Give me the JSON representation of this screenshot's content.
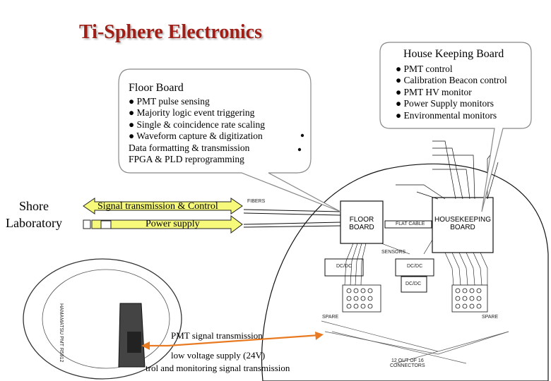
{
  "title": "Ti-Sphere Electronics",
  "house_keeping_board": {
    "heading": "House Keeping Board",
    "items": [
      "PMT control",
      "Calibration Beacon control",
      "PMT HV monitor",
      "Power Supply monitors",
      "Environmental monitors"
    ]
  },
  "floor_board": {
    "heading": "Floor Board",
    "items": [
      "PMT pulse sensing",
      "Majority logic event triggering",
      "Single & coincidence rate scaling",
      "Waveform capture & digitization"
    ],
    "extra_lines": [
      "Data formatting & transmission",
      "FPGA & PLD reprogramming"
    ]
  },
  "shore_laboratory": "Shore\nLaboratory",
  "arrows": {
    "signal": "Signal transmission & Control",
    "power": "Power supply"
  },
  "diagram_labels": {
    "floor_board": "FLOOR\nBOARD",
    "housekeeping_board": "HOUSEKEEPING\nBOARD",
    "flat_cable": "FLAT CABLE",
    "fibers": "FIBERS",
    "sensors": "SENSORS",
    "connectors": "12 OUT OF 16\nCONNECTORS",
    "dcdc1": "DC/DC",
    "dcdc2": "DC/DC",
    "dcdc3": "DC/DC",
    "spare1": "SPARE",
    "spare2": "SPARE",
    "pmt_label": "HAMAMATSU PMT R5912"
  },
  "bottom": {
    "pmt_signal": "PMT signal transmission",
    "low_voltage": "low voltage supply (24V)",
    "control": "trol and monitoring signal transmission"
  },
  "colors": {
    "title": "#a01e16",
    "arrow_fill": "#f6f97a",
    "connection": "#e87a22"
  }
}
